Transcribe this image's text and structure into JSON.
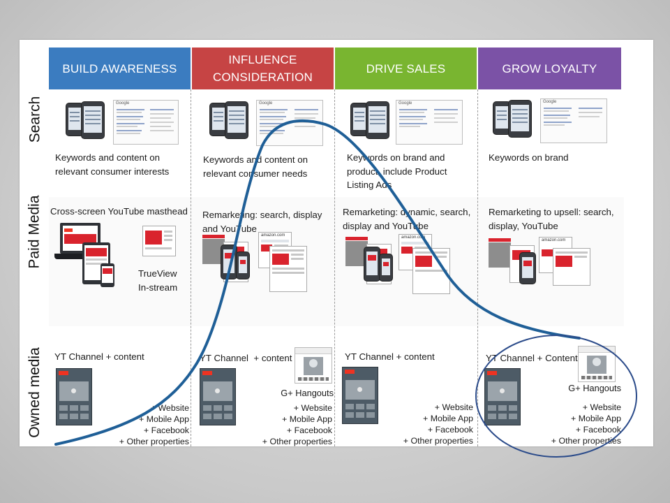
{
  "columns": [
    {
      "title": "BUILD AWARENESS",
      "color": "#3b7cc0"
    },
    {
      "title": "INFLUENCE CONSIDERATION",
      "color": "#c64444"
    },
    {
      "title": "DRIVE SALES",
      "color": "#79b530"
    },
    {
      "title": "GROW LOYALTY",
      "color": "#7b52a6"
    }
  ],
  "rows": {
    "search": "Search",
    "paid": "Paid Media",
    "owned": "Owned media"
  },
  "search_texts": {
    "c1": "Keywords and content on relevant consumer interests",
    "c2": "Keywords and content on relevant consumer needs",
    "c3": "Keywords on brand and product, include Product Listing Ads",
    "c4": "Keywords on brand"
  },
  "paid_texts": {
    "c1": "Cross-screen YouTube masthead",
    "c1_trueview": "TrueView In-stream",
    "c2": "Remarketing: search, display and YouTube",
    "c3": "Remarketing: dynamic, search, display and YouTube",
    "c4": "Remarketing to upsell: search, display, YouTube"
  },
  "owned_texts": {
    "c1": "YT Channel + content",
    "c2": "YT Channel  + content",
    "c2_gplus": "G+ Hangouts",
    "c3": "YT Channel + content",
    "c4": "YT Channel + Content",
    "c4_gplus": "G+ Hangouts"
  },
  "extras": [
    "+ Website",
    "+ Mobile App",
    "+ Facebook",
    "+ Other properties"
  ],
  "icon_text": {
    "google": "Google",
    "amazon": "amazon.com"
  },
  "curve_color": "#1f5f97",
  "highlight_color": "#2b4b8a"
}
